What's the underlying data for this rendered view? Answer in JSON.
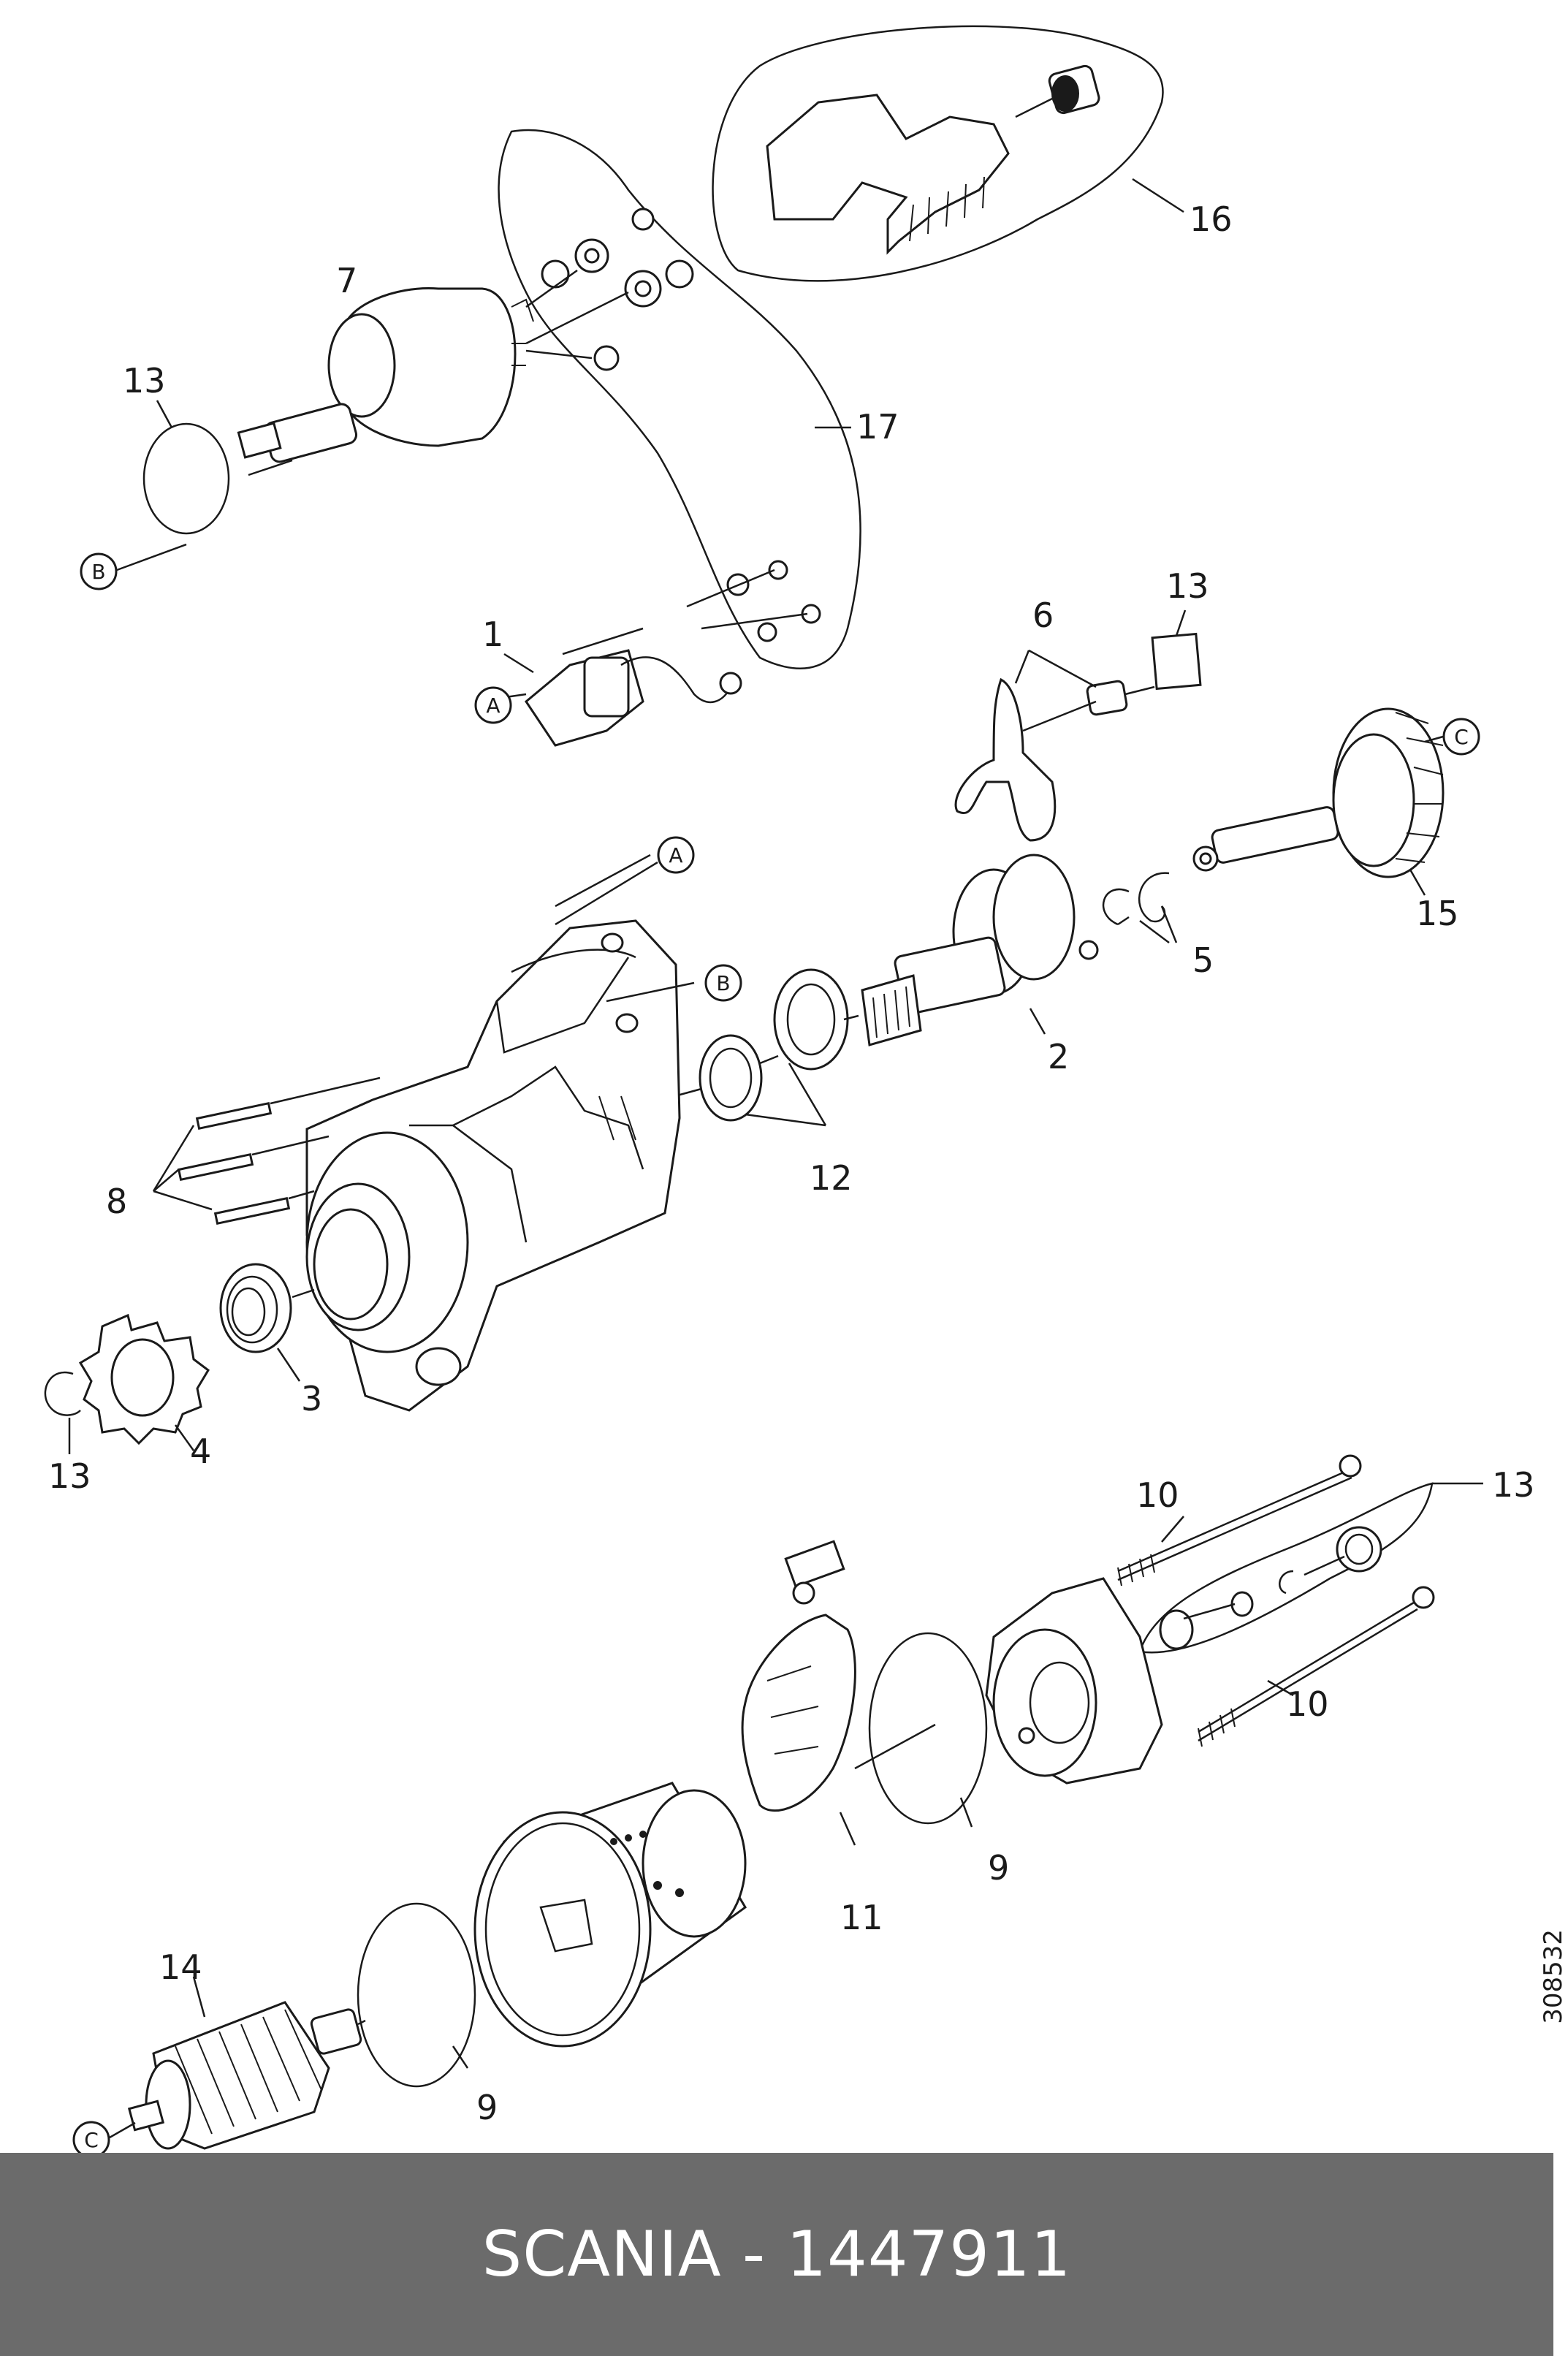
{
  "callouts": {
    "c1": "1",
    "c2": "2",
    "c3": "3",
    "c4": "4",
    "c5": "5",
    "c6": "6",
    "c7": "7",
    "c8": "8",
    "c9a": "9",
    "c9b": "9",
    "c10a": "10",
    "c10b": "10",
    "c11": "11",
    "c12": "12",
    "c13a": "13",
    "c13b": "13",
    "c13c": "13",
    "c13d": "13",
    "c14": "14",
    "c15": "15",
    "c16": "16",
    "c17": "17"
  },
  "references": {
    "a1": "A",
    "a2": "A",
    "b1": "B",
    "b2": "B",
    "c_1": "C",
    "c_2": "C"
  },
  "drawing_number": "308532",
  "footer": {
    "text": "SCANIA - 1447911"
  }
}
